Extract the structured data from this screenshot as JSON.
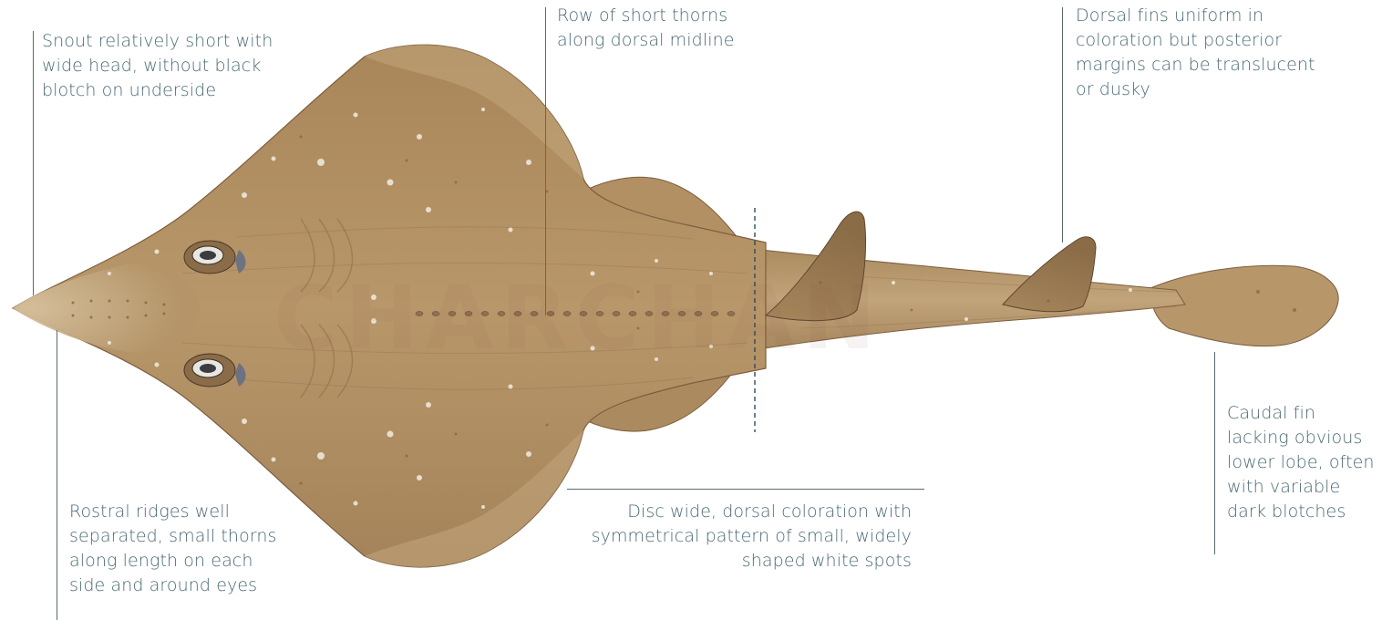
{
  "labels": {
    "snout": "Snout relatively short with\nwide head, without black\nblotch on underside",
    "thorns": "Row of short thorns\nalong dorsal midline",
    "dorsal_fins": "Dorsal fins uniform in\ncoloration but posterior\nmargins can be translucent\nor dusky",
    "caudal_fin": "Caudal fin\nlacking obvious\nlower lobe, often\nwith variable\ndark blotches",
    "rostral_ridges": "Rostral ridges well\nseparated, small thorns\nalong length on each\nside and around eyes",
    "disc": "Disc wide, dorsal coloration with\nsymmetrical pattern of small, widely\nshaped white spots"
  },
  "watermark": "CHARCHAN",
  "colors": {
    "label_text": "#4a6a76",
    "leader_line": "#5a6a70",
    "body_base": "#b08f63",
    "body_light": "#d4bd98",
    "body_dark": "#7e6140",
    "spot": "#f2ece0"
  }
}
